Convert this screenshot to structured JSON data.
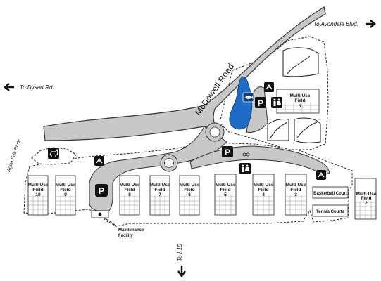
{
  "map": {
    "road_name": "McDowell Road",
    "directions": {
      "avondale": "To Avondale Blvd.",
      "dysart": "To Dysart Rd.",
      "i10": "To I-10"
    },
    "river": "Agua Fria River",
    "fields": [
      {
        "title": "Multi Use",
        "sub": "Field",
        "num": "10"
      },
      {
        "title": "Multi Use",
        "sub": "Field",
        "num": "9"
      },
      {
        "title": "Multi Use",
        "sub": "Field",
        "num": "8"
      },
      {
        "title": "Multi Use",
        "sub": "Field",
        "num": "7"
      },
      {
        "title": "Multi Use",
        "sub": "Field",
        "num": "6"
      },
      {
        "title": "Multi Use",
        "sub": "Field",
        "num": "5"
      },
      {
        "title": "Multi Use",
        "sub": "Field",
        "num": "4"
      },
      {
        "title": "Multi Use",
        "sub": "Field",
        "num": "3"
      },
      {
        "title": "Multi Use",
        "sub": "Field",
        "num": "2"
      },
      {
        "title": "Multi Use",
        "sub": "Field",
        "num": "1"
      }
    ],
    "facilities": {
      "basketball": "Basketball Court",
      "tennis": "Tennis Courts",
      "maintenance_line1": "Maintenance",
      "maintenance_line2": "Facility"
    },
    "icons": {
      "parking": "P",
      "parking_icon": "parking-icon",
      "restroom_icon": "restroom-icon",
      "picnic_icon": "picnic-icon",
      "dog_icon": "dog-park-icon",
      "fishing_icon": "fishing-icon"
    },
    "colors": {
      "road": "#c8c8c8",
      "lake": "#1e6bc6",
      "ink": "#111111"
    }
  }
}
